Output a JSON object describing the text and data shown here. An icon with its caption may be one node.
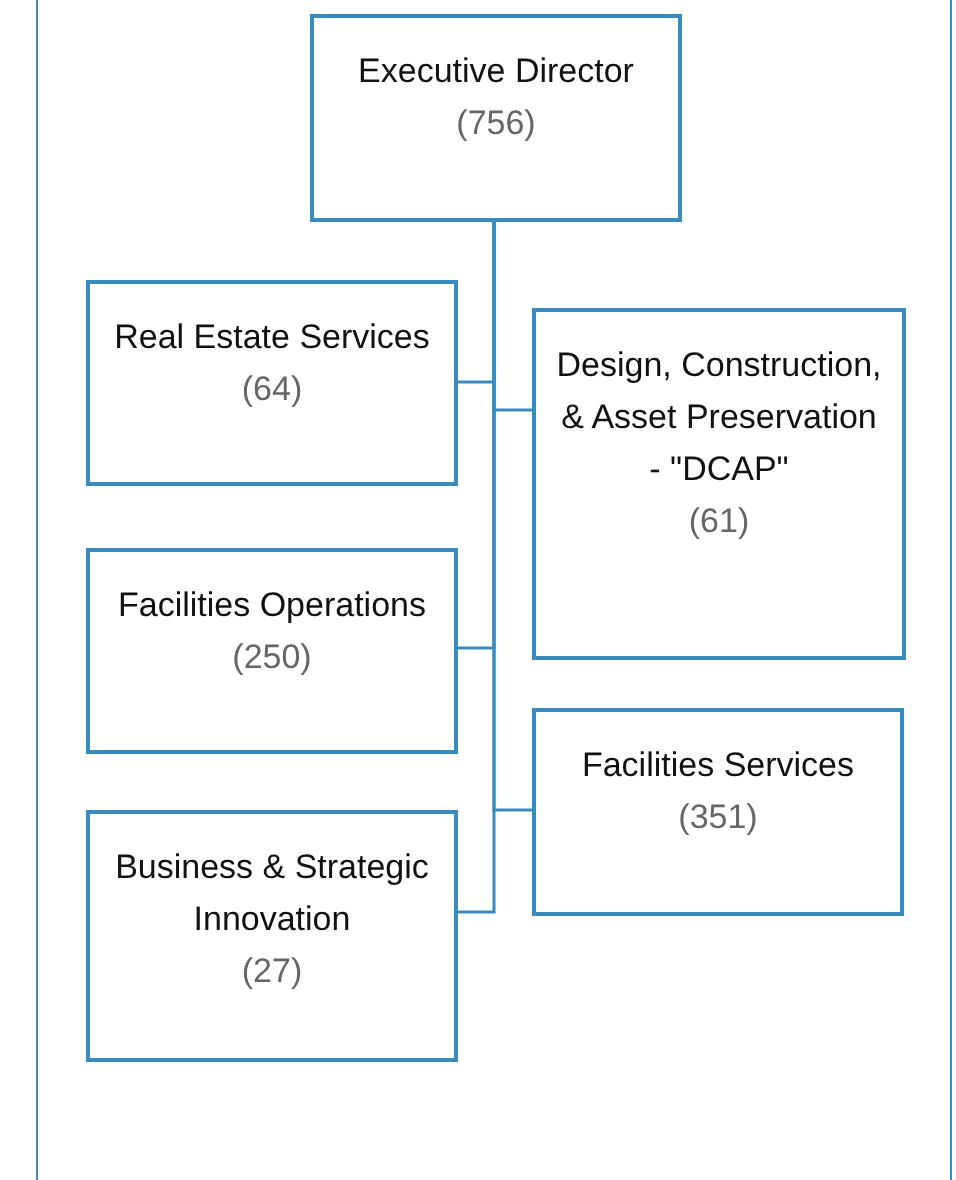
{
  "diagram": {
    "nodes": [
      {
        "text": [
          "Executive Director",
          "(756)"
        ]
      },
      {
        "text": [
          "Real Estate Services",
          "(64)"
        ]
      },
      {
        "text": [
          "Design, Construction, & Asset Preservation - \"DCAP\"",
          "(61)"
        ]
      },
      {
        "text": [
          "Facilities Operations",
          "(250)"
        ]
      },
      {
        "text": [
          "Facilities Services",
          "(351)"
        ]
      },
      {
        "text": [
          "Business & Strategic Innovation",
          "(27)"
        ]
      }
    ],
    "edges": [
      {
        "from": 0,
        "to": 1,
        "arrow": "none"
      },
      {
        "from": 0,
        "to": 2,
        "arrow": "none"
      },
      {
        "from": 0,
        "to": 3,
        "arrow": "none"
      },
      {
        "from": 0,
        "to": 4,
        "arrow": "none"
      },
      {
        "from": 0,
        "to": 5,
        "arrow": "none"
      }
    ]
  }
}
